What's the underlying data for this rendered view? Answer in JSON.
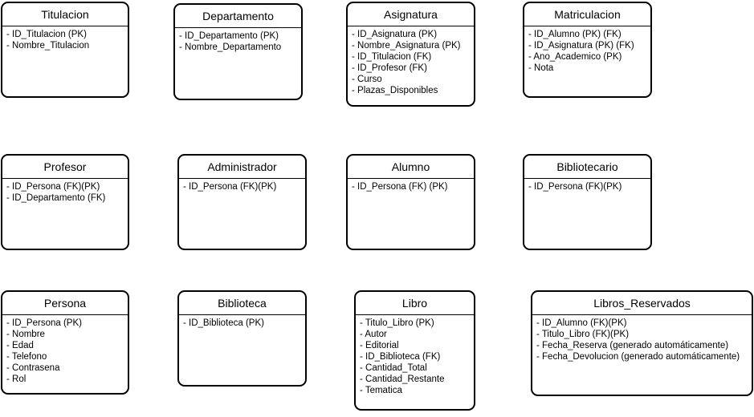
{
  "entities": {
    "titulacion": {
      "title": "Titulacion",
      "attrs": [
        "- ID_Titulacion (PK)",
        "- Nombre_Titulacion"
      ]
    },
    "departamento": {
      "title": "Departamento",
      "attrs": [
        "- ID_Departamento (PK)",
        "- Nombre_Departamento"
      ]
    },
    "asignatura": {
      "title": "Asignatura",
      "attrs": [
        "- ID_Asignatura (PK)",
        "- Nombre_Asignatura (PK)",
        "- ID_Titulacion  (FK)",
        "- ID_Profesor (FK)",
        "- Curso",
        "- Plazas_Disponibles"
      ]
    },
    "matriculacion": {
      "title": "Matriculacion",
      "attrs": [
        "- ID_Alumno (PK) (FK)",
        "- ID_Asignatura (PK) (FK)",
        "- Ano_Academico (PK)",
        "- Nota"
      ]
    },
    "profesor": {
      "title": "Profesor",
      "attrs": [
        "- ID_Persona (FK)(PK)",
        "- ID_Departamento (FK)"
      ]
    },
    "administrador": {
      "title": "Administrador",
      "attrs": [
        "- ID_Persona (FK)(PK)"
      ]
    },
    "alumno": {
      "title": "Alumno",
      "attrs": [
        "- ID_Persona (FK) (PK)"
      ]
    },
    "bibliotecario": {
      "title": "Bibliotecario",
      "attrs": [
        "- ID_Persona (FK)(PK)"
      ]
    },
    "persona": {
      "title": "Persona",
      "attrs": [
        "- ID_Persona (PK)",
        "- Nombre",
        "- Edad",
        "- Telefono",
        "- Contrasena",
        "- Rol"
      ]
    },
    "biblioteca": {
      "title": "Biblioteca",
      "attrs": [
        "- ID_Biblioteca (PK)"
      ]
    },
    "libro": {
      "title": "Libro",
      "attrs": [
        "- Titulo_Libro (PK)",
        "- Autor",
        "- Editorial",
        "- ID_Biblioteca (FK)",
        "- Cantidad_Total",
        "- Cantidad_Restante",
        "- Tematica"
      ]
    },
    "libros_reservados": {
      "title": "Libros_Reservados",
      "attrs": [
        "- ID_Alumno (FK)(PK)",
        "- Titulo_Libro (FK)(PK)",
        "- Fecha_Reserva (generado automáticamente)",
        "- Fecha_Devolucion (generado automáticamente)"
      ]
    }
  }
}
